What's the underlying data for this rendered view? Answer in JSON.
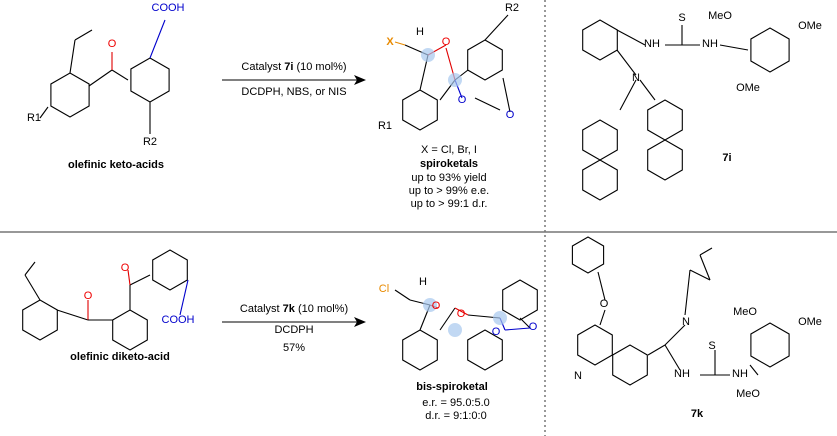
{
  "top": {
    "reactant_label": "olefinic keto-acids",
    "reactant_atoms": {
      "o": "O",
      "cooh": "COOH",
      "r1": "R1",
      "r2": "R2"
    },
    "conditions_line1_pre": "Catalyst ",
    "conditions_catalyst": "7i",
    "conditions_line1_post": " (10 mol%)",
    "conditions_line2": "DCDPH, NBS, or NIS",
    "product_atoms": {
      "x": "X",
      "h": "H",
      "o1": "O",
      "o2": "O",
      "o3": "O",
      "r1": "R1",
      "r2": "R2"
    },
    "x_note": "X = Cl, Br, I",
    "product_label": "spiroketals",
    "results": [
      "up to 93% yield",
      "up to > 99% e.e.",
      "up to > 99:1 d.r."
    ],
    "catalyst_label": "7i",
    "catalyst_atoms": {
      "n": "N",
      "nh1": "NH",
      "nh2": "NH",
      "s": "S",
      "ome1": "MeO",
      "ome2": "OMe",
      "ome3": "OMe"
    }
  },
  "bottom": {
    "reactant_label": "olefinic diketo-acid",
    "reactant_atoms": {
      "o1": "O",
      "o2": "O",
      "cooh": "COOH"
    },
    "conditions_line1_pre": "Catalyst ",
    "conditions_catalyst": "7k",
    "conditions_line1_post": " (10 mol%)",
    "conditions_line2": "DCDPH",
    "conditions_line3": "57%",
    "product_atoms": {
      "cl": "Cl",
      "h": "H",
      "o1": "O",
      "o2": "O",
      "o3": "O",
      "o4": "O"
    },
    "product_label": "bis-spiroketal",
    "results": [
      "e.r. = 95.0:5.0",
      "d.r. = 9:1:0:0"
    ],
    "catalyst_label": "7k",
    "catalyst_atoms": {
      "o": "O",
      "n1": "N",
      "n2": "N",
      "nh1": "NH",
      "nh2": "NH",
      "s": "S",
      "ome1": "MeO",
      "ome2": "OMe",
      "ome3": "MeO"
    }
  },
  "colors": {
    "oxygen": "#e00000",
    "acid": "#0000cc",
    "halogen": "#e88a00",
    "highlight": "#a8c8ee",
    "divider": "#777777"
  }
}
